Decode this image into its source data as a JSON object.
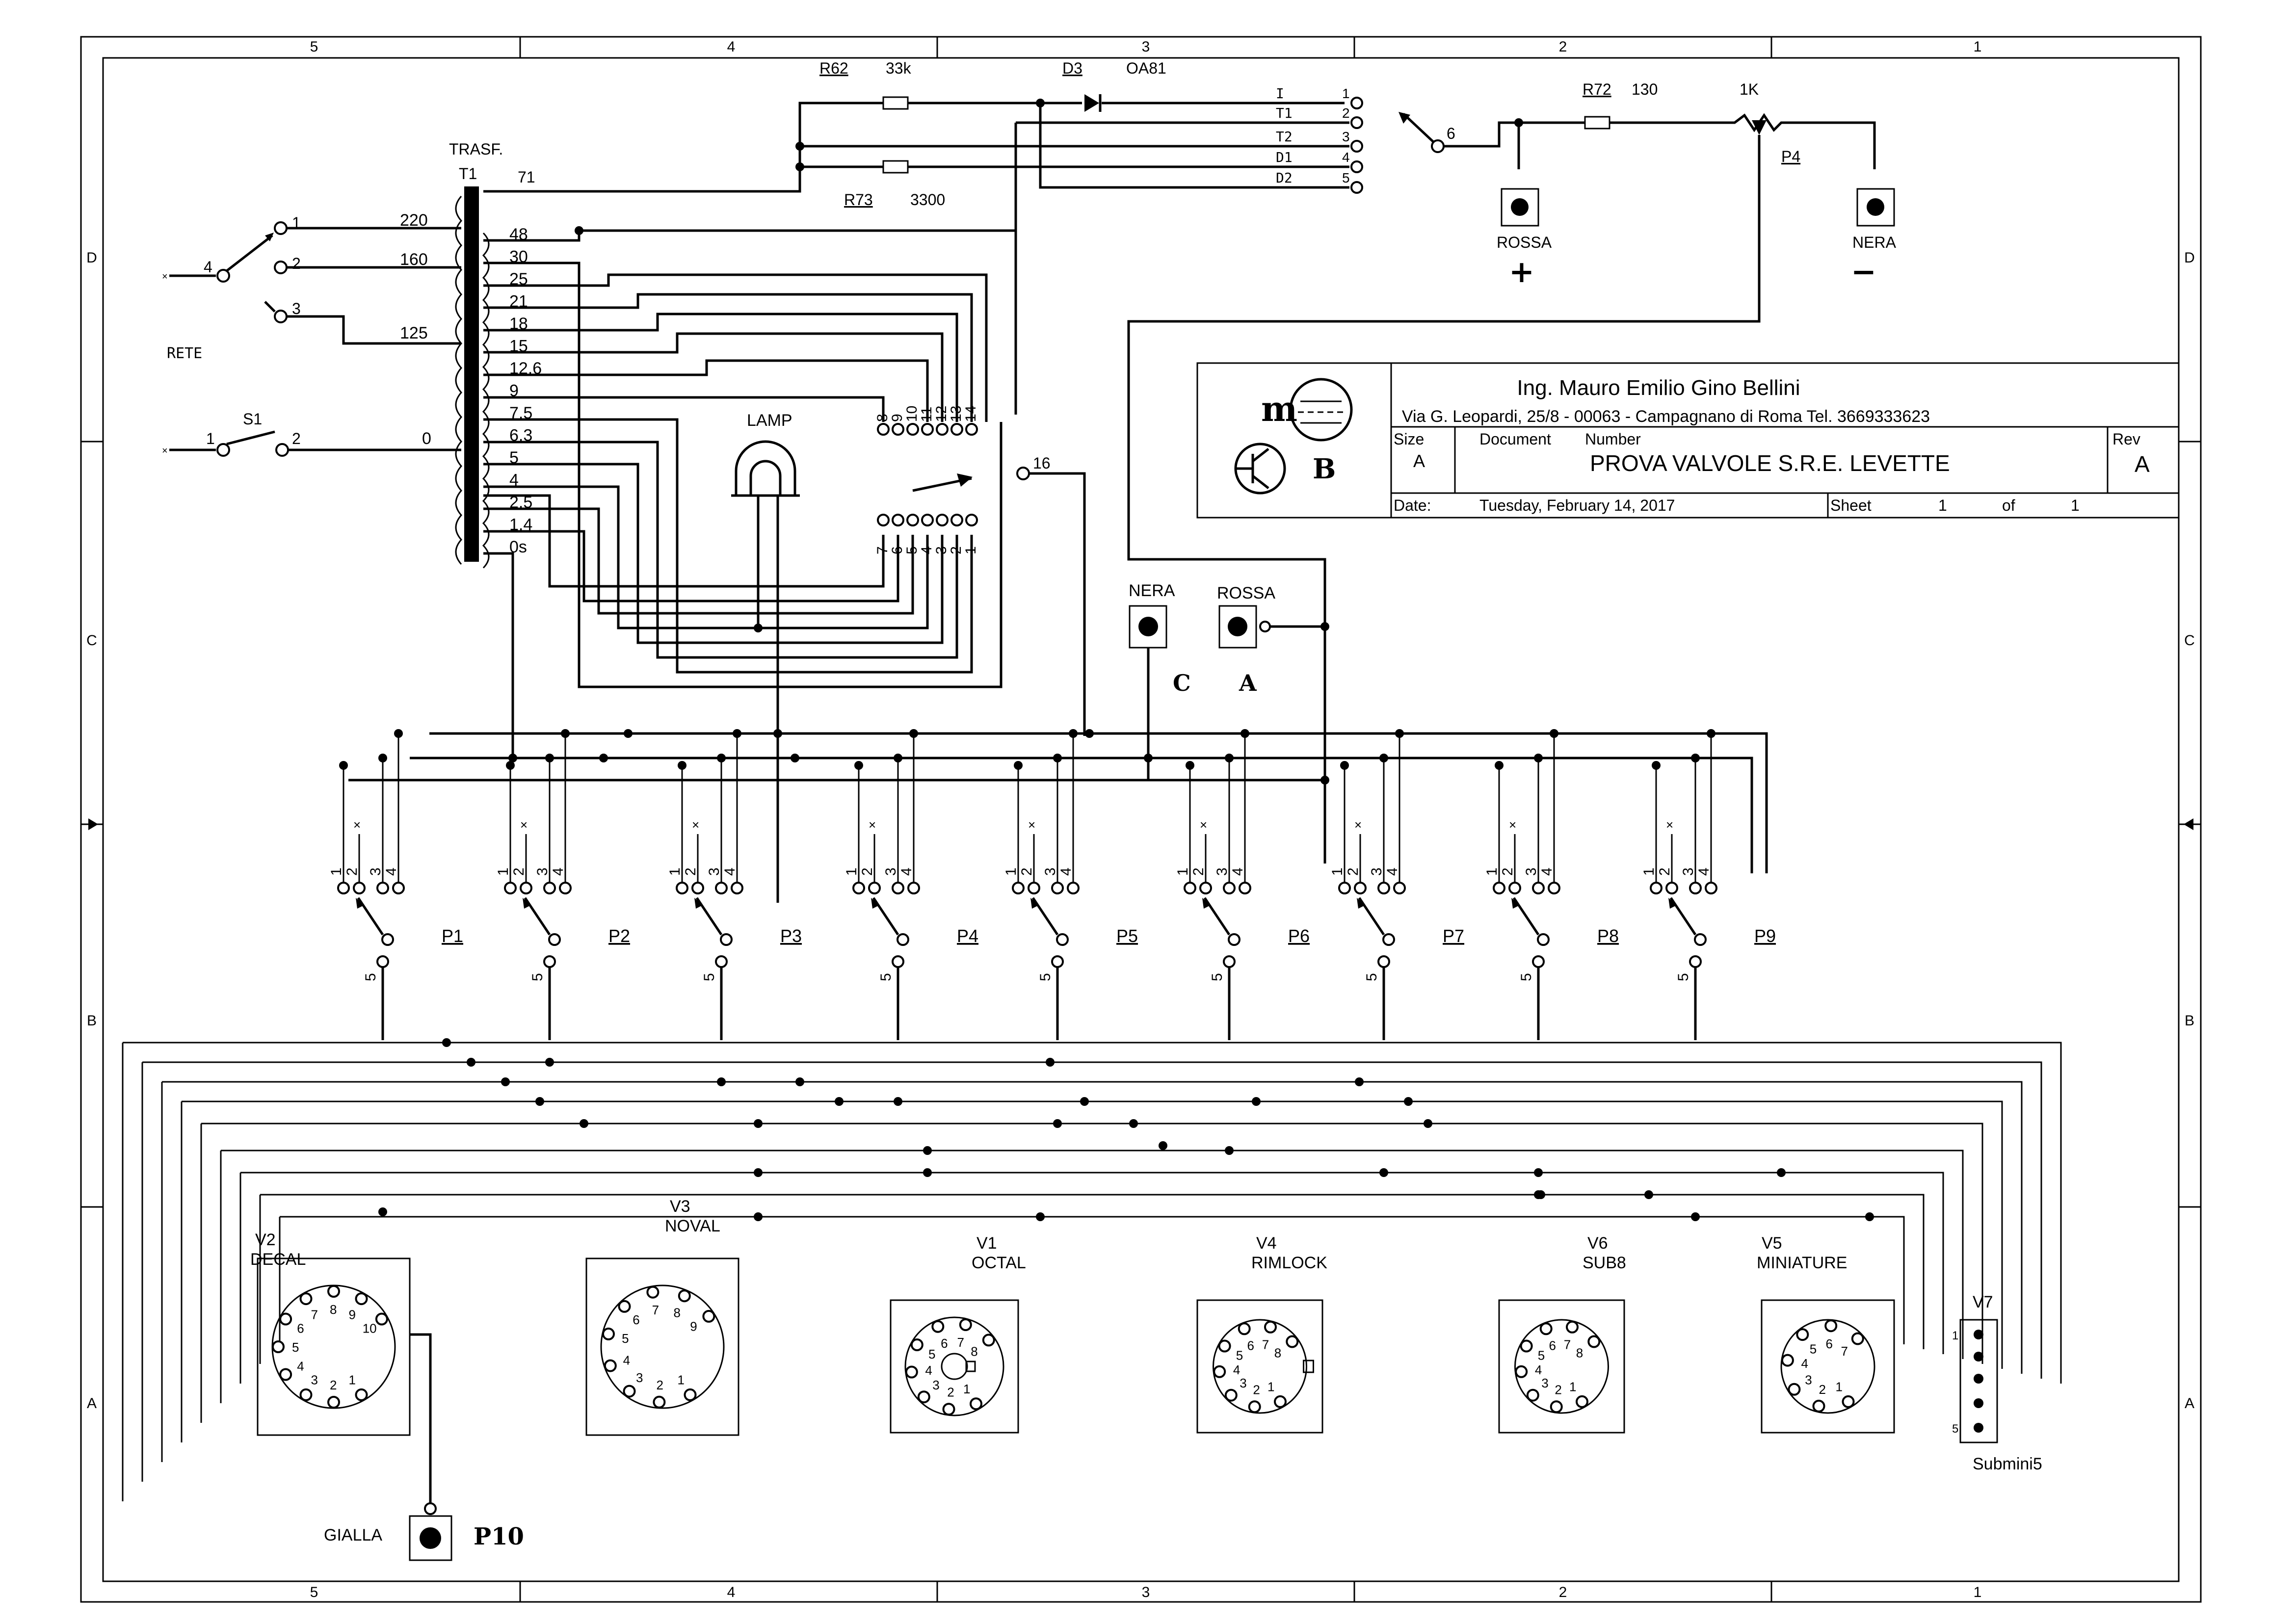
{
  "border": {
    "columns": [
      "5",
      "4",
      "3",
      "2",
      "1"
    ],
    "rows": [
      "D",
      "C",
      "B",
      "A"
    ]
  },
  "title_block": {
    "author": "Ing. Mauro Emilio Gino Bellini",
    "address": "Via G. Leopardi, 25/8 - 00063 - Campagnano di Roma Tel. 3669333623",
    "size_label": "Size",
    "size_value": "A",
    "doc_label": "Document",
    "number_label": "Number",
    "title": "PROVA VALVOLE S.R.E. LEVETTE",
    "rev_label": "Rev",
    "rev_value": "A",
    "date_label": "Date:",
    "date_value": "Tuesday, February 14, 2017",
    "sheet_label": "Sheet",
    "sheet_value": "1",
    "of_label": "of",
    "of_value": "1",
    "logo_letters": [
      "m",
      "B"
    ]
  },
  "transformer": {
    "label": "TRASF.",
    "ref": "T1",
    "primary_taps": [
      "220",
      "160",
      "125",
      "0"
    ],
    "secondary_taps": [
      "71",
      "48",
      "30",
      "25",
      "21",
      "18",
      "15",
      "12,6",
      "9",
      "7,5",
      "6,3",
      "5",
      "4",
      "2,5",
      "1,4",
      "0s"
    ]
  },
  "mains": {
    "label": "RETE",
    "selector_pins": [
      "4",
      "1",
      "2",
      "3"
    ],
    "switch_ref": "S1",
    "switch_pins": [
      "1",
      "2"
    ]
  },
  "lamp": {
    "label": "LAMP"
  },
  "rotary": {
    "top_pins": [
      "8",
      "9",
      "10",
      "11",
      "12",
      "13",
      "14"
    ],
    "bottom_pins": [
      "7",
      "6",
      "5",
      "4",
      "3",
      "2",
      "1"
    ],
    "common_pin": "16"
  },
  "meter_circuit": {
    "r62_ref": "R62",
    "r62_value": "33k",
    "d3_ref": "D3",
    "d3_value": "OA81",
    "r73_ref": "R73",
    "r73_value": "3300",
    "r72_ref": "R72",
    "r72_value": "130",
    "pot_value": "1K",
    "pot_ref": "P4",
    "function_labels": [
      "I",
      "T1",
      "T2",
      "D1",
      "D2"
    ],
    "function_pins": [
      "1",
      "2",
      "3",
      "4",
      "5"
    ],
    "function_common": "6",
    "plus_jack": "ROSSA",
    "plus_sign": "+",
    "minus_jack": "NERA",
    "minus_sign": "−"
  },
  "ca_jacks": {
    "nera": "NERA",
    "rossa": "ROSSA",
    "c_label": "C",
    "a_label": "A"
  },
  "pin_selectors": {
    "refs": [
      "P1",
      "P2",
      "P3",
      "P4",
      "P5",
      "P6",
      "P7",
      "P8",
      "P9"
    ],
    "pins": [
      "1",
      "2",
      "3",
      "4"
    ],
    "common": "5",
    "nc_mark": "×"
  },
  "sockets": [
    {
      "ref": "V2",
      "type": "DECAL",
      "pins": [
        "1",
        "2",
        "3",
        "4",
        "5",
        "6",
        "7",
        "8",
        "9",
        "10"
      ]
    },
    {
      "ref": "V3",
      "type": "NOVAL",
      "pins": [
        "1",
        "2",
        "3",
        "4",
        "5",
        "6",
        "7",
        "8",
        "9"
      ]
    },
    {
      "ref": "V1",
      "type": "OCTAL",
      "pins": [
        "1",
        "2",
        "3",
        "4",
        "5",
        "6",
        "7",
        "8"
      ]
    },
    {
      "ref": "V4",
      "type": "RIMLOCK",
      "pins": [
        "1",
        "2",
        "3",
        "4",
        "5",
        "6",
        "7",
        "8"
      ]
    },
    {
      "ref": "V6",
      "type": "SUB8",
      "pins": [
        "1",
        "2",
        "3",
        "4",
        "5",
        "6",
        "7",
        "8"
      ]
    },
    {
      "ref": "V5",
      "type": "MINIATURE",
      "pins": [
        "1",
        "2",
        "3",
        "4",
        "5",
        "6",
        "7"
      ]
    }
  ],
  "subminiature": {
    "ref": "V7",
    "label": "Submini5",
    "pin_first": "1",
    "pin_last": "5"
  },
  "p10": {
    "color": "GIALLA",
    "ref": "P10"
  }
}
